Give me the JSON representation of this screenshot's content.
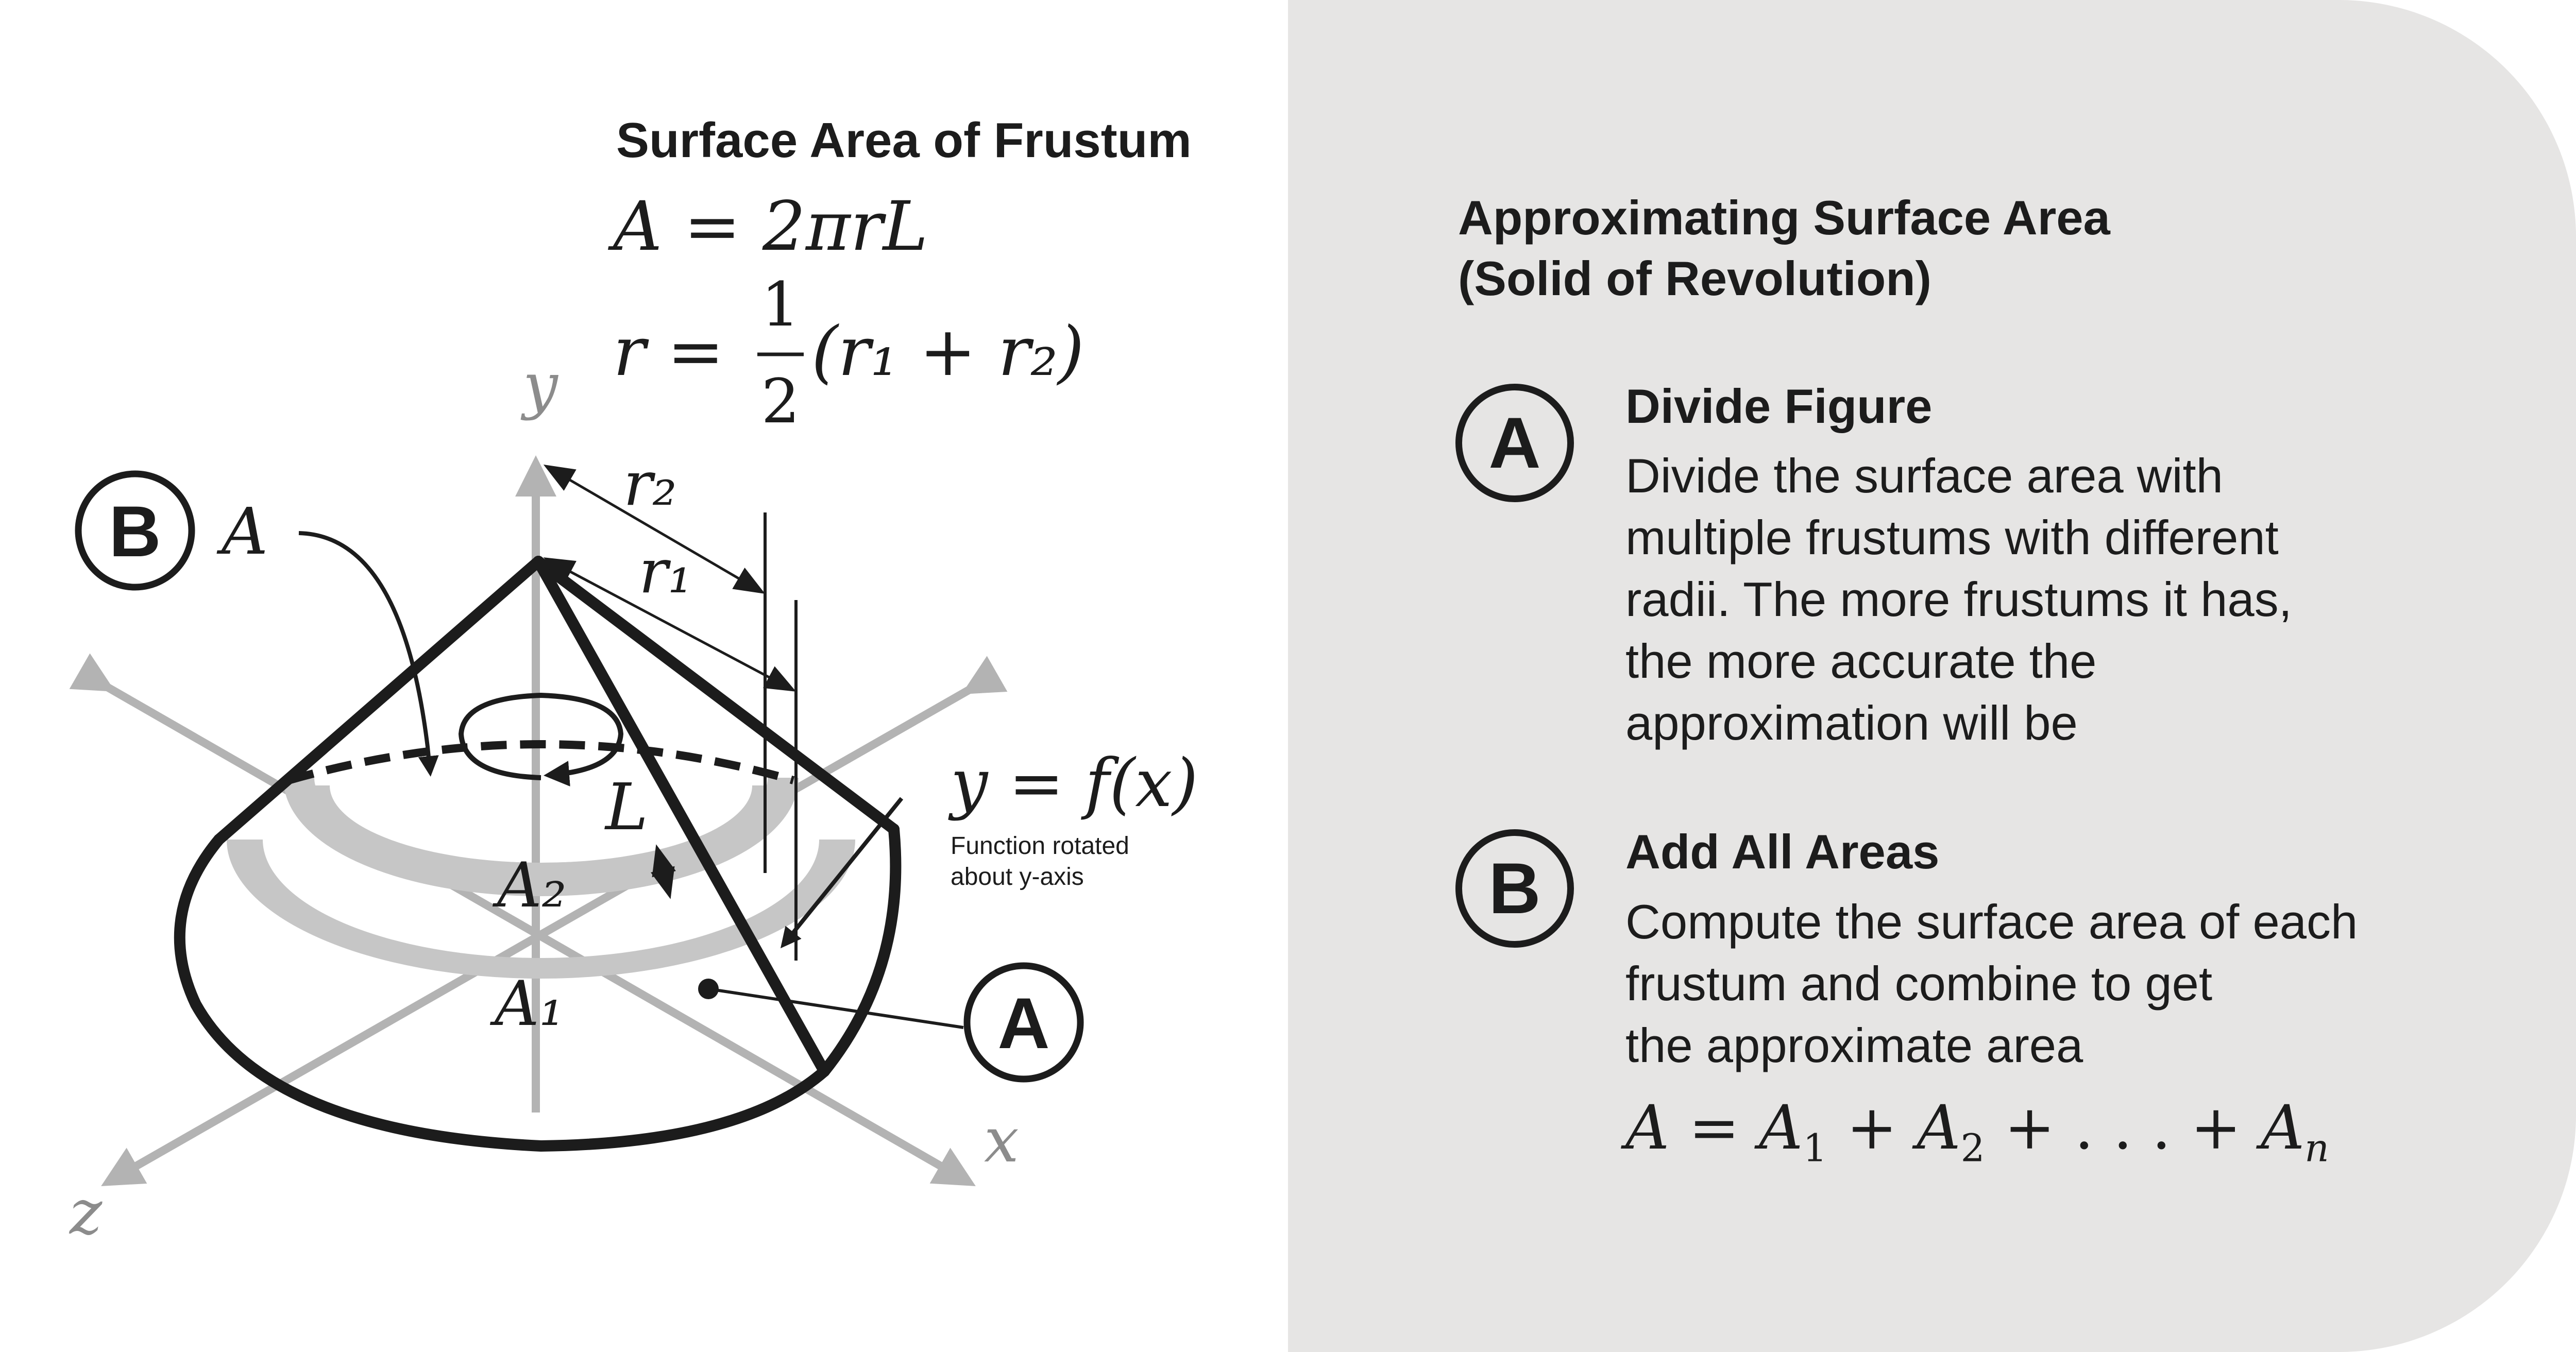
{
  "diagram": {
    "title": "Surface Area of Frustum",
    "formula_area": "A = 2πrL",
    "formula_radius_lhs": "r =",
    "formula_radius_num": "1",
    "formula_radius_den": "2",
    "formula_radius_rhs": "(r₁ + r₂)",
    "axis_y": "y",
    "axis_x": "x",
    "axis_z": "z",
    "label_r2": "r₂",
    "label_r1": "r₁",
    "label_L": "L",
    "label_A": "A",
    "label_A2": "A₂",
    "label_A1": "A₁",
    "function_label": "y = f(x)",
    "function_note_line1": "Function rotated",
    "function_note_line2": "about y-axis",
    "badge_b": "B",
    "badge_a": "A"
  },
  "panel": {
    "title_line1": "Approximating Surface Area",
    "title_line2": "(Solid of Revolution)",
    "steps": [
      {
        "badge": "A",
        "heading": "Divide Figure",
        "body_lines": [
          "Divide the surface area with",
          "multiple frustums with different",
          "radii. The more frustums it has,",
          "the more accurate the",
          "approximation will be"
        ]
      },
      {
        "badge": "B",
        "heading": "Add All Areas",
        "body_lines": [
          "Compute the surface area of each",
          "frustum and combine to get",
          "the approximate area"
        ]
      }
    ],
    "sum_formula": {
      "lhs": "A",
      "eq": " = ",
      "t1": "A",
      "s1": "1",
      "plus1": " + ",
      "t2": "A",
      "s2": "2",
      "plus2": " + . . . + ",
      "tn": "A",
      "sn": "n"
    }
  },
  "colors": {
    "ink": "#1c1c1c",
    "axis_gray": "#b3b3b3",
    "band_gray": "#c6c6c6",
    "panel_bg": "#e6e5e4"
  }
}
